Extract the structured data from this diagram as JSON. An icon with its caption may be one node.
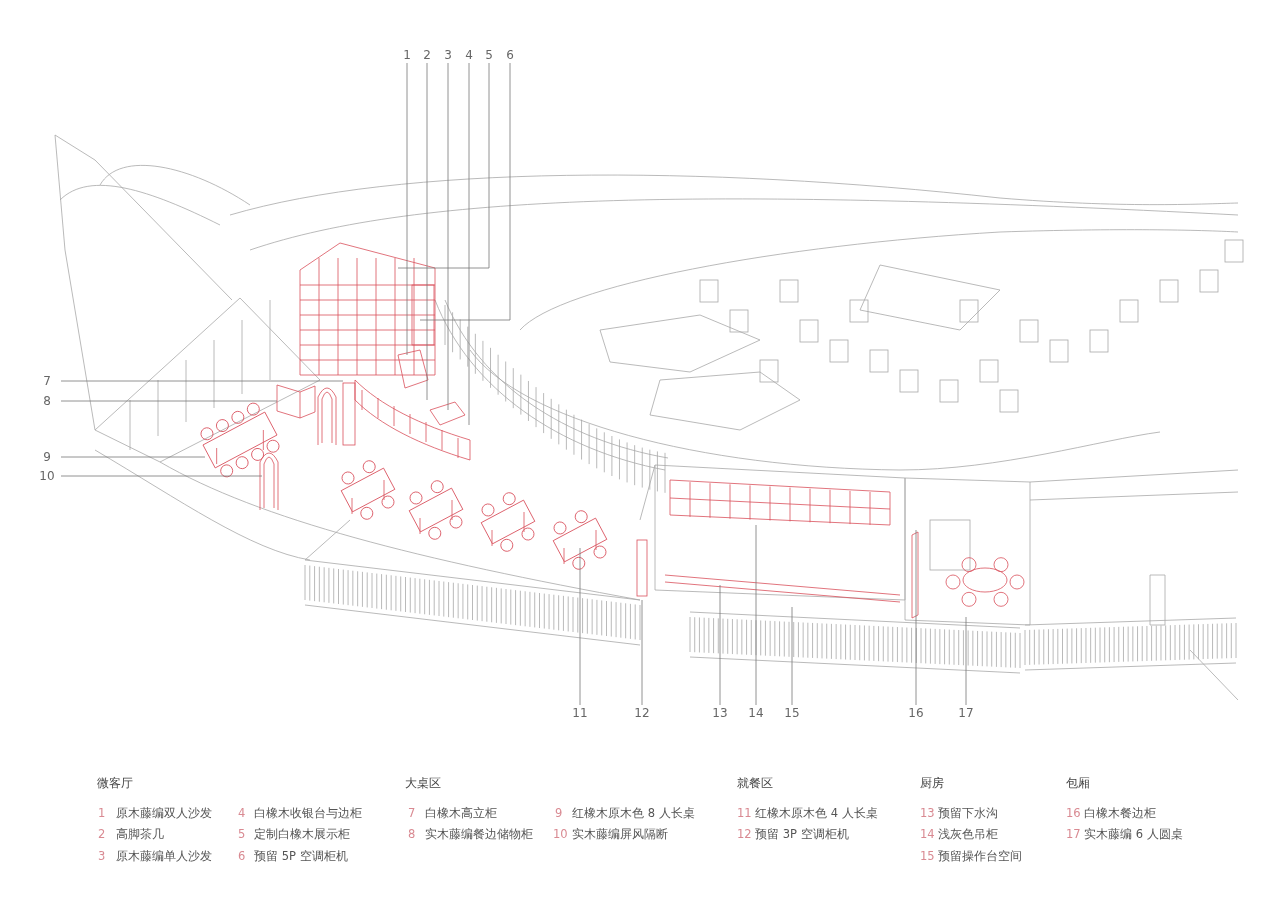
{
  "diagram": {
    "nodes": [
      {
        "text": [
          "1"
        ]
      },
      {
        "text": [
          "2"
        ]
      },
      {
        "text": [
          "3"
        ]
      },
      {
        "text": [
          "4"
        ]
      },
      {
        "text": [
          "5"
        ]
      },
      {
        "text": [
          "6"
        ]
      },
      {
        "text": [
          "7"
        ]
      },
      {
        "text": [
          "8"
        ]
      },
      {
        "text": [
          "9"
        ]
      },
      {
        "text": [
          "10"
        ]
      },
      {
        "text": [
          "11"
        ]
      },
      {
        "text": [
          "12"
        ]
      },
      {
        "text": [
          "13"
        ]
      },
      {
        "text": [
          "14"
        ]
      },
      {
        "text": [
          "15"
        ]
      },
      {
        "text": [
          "16"
        ]
      },
      {
        "text": [
          "17"
        ]
      }
    ],
    "edges": [
      {
        "from": 0,
        "to": null,
        "arrow": "none"
      },
      {
        "from": 1,
        "to": null,
        "arrow": "none"
      },
      {
        "from": 2,
        "to": null,
        "arrow": "none"
      },
      {
        "from": 3,
        "to": null,
        "arrow": "none"
      },
      {
        "from": 4,
        "to": null,
        "arrow": "none"
      },
      {
        "from": 5,
        "to": null,
        "arrow": "none"
      },
      {
        "from": 6,
        "to": null,
        "arrow": "none"
      },
      {
        "from": 7,
        "to": null,
        "arrow": "none"
      },
      {
        "from": 8,
        "to": null,
        "arrow": "none"
      },
      {
        "from": 9,
        "to": null,
        "arrow": "none"
      },
      {
        "from": 10,
        "to": null,
        "arrow": "none"
      },
      {
        "from": 11,
        "to": null,
        "arrow": "none"
      },
      {
        "from": 12,
        "to": null,
        "arrow": "none"
      },
      {
        "from": 13,
        "to": null,
        "arrow": "none"
      },
      {
        "from": 14,
        "to": null,
        "arrow": "none"
      },
      {
        "from": 15,
        "to": null,
        "arrow": "none"
      },
      {
        "from": 16,
        "to": null,
        "arrow": "none"
      }
    ],
    "labels": [
      "微客厅",
      "1",
      "原木藤编双人沙发",
      "2",
      "高脚茶几",
      "3",
      "原木藤编单人沙发",
      "4",
      "白橡木收银台与边柜",
      "5",
      "定制白橡木展示柜",
      "6",
      "预留 5P 空调柜机",
      "大桌区",
      "7",
      "白橡木高立柜",
      "8",
      "实木藤编餐边储物柜",
      "9",
      "红橡木原木色 8 人长桌",
      "10",
      "实木藤编屏风隔断",
      "就餐区",
      "11",
      "红橡木原木色 4 人长桌",
      "12",
      "预留 3P 空调柜机",
      "厨房",
      "13",
      "预留下水沟",
      "14",
      "浅灰色吊柜",
      "15",
      "预留操作台空间",
      "包厢",
      "16",
      "白橡木餐边柜",
      "17",
      "实木藤编 6 人圆桌"
    ]
  }
}
